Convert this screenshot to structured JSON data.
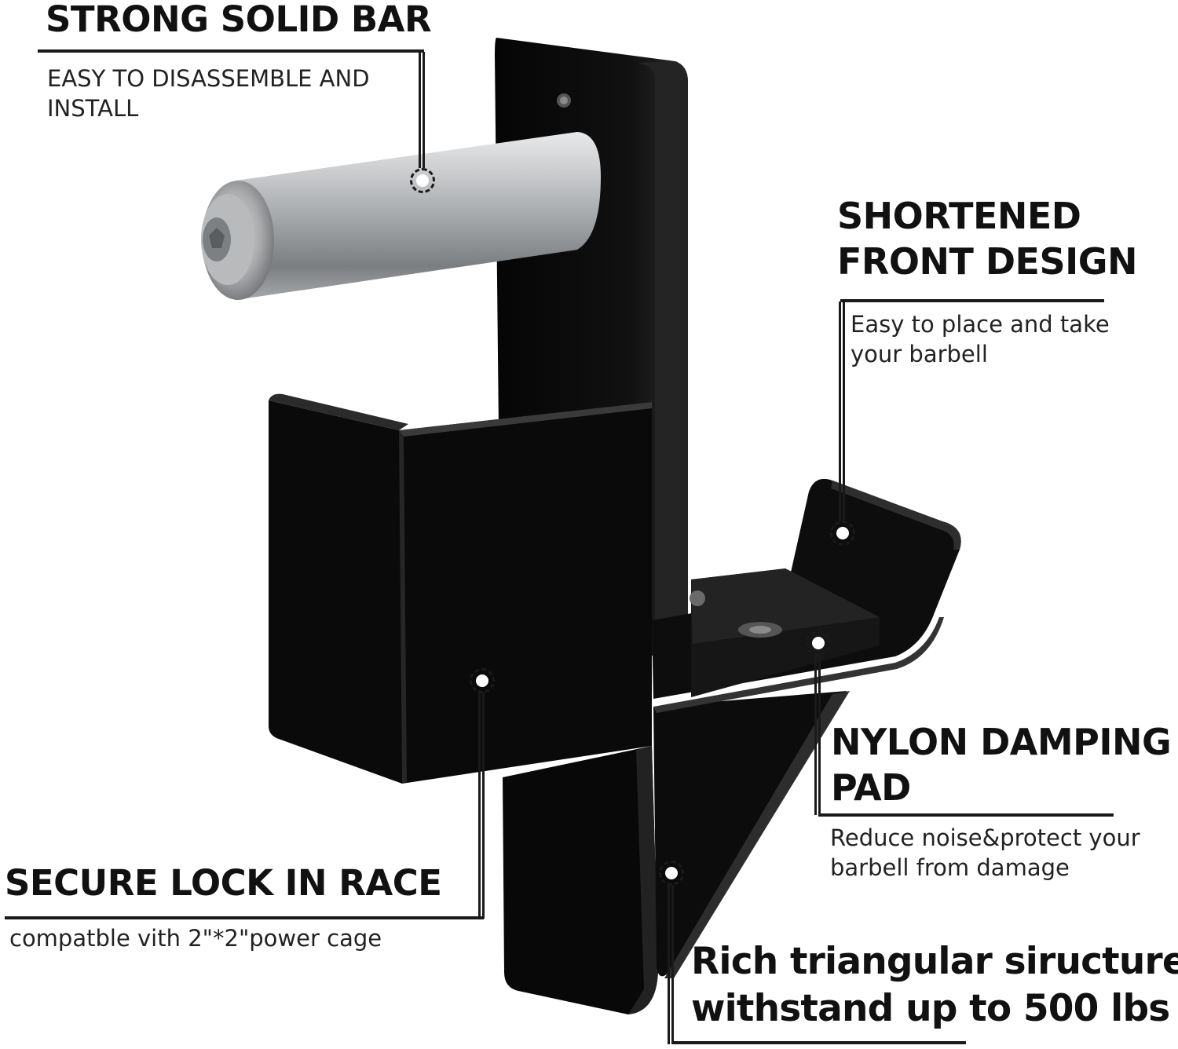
{
  "colors": {
    "steel_dark": "#0d0d0d",
    "steel_mid": "#1e1e1e",
    "chrome": "#b9bcbf",
    "line": "#1a1a1a",
    "background": "#ffffff"
  },
  "callouts": {
    "solid_bar": {
      "title": "STRONG SOLID BAR",
      "desc": "EASY TO DISASSEMBLE AND INSTALL"
    },
    "front_design": {
      "title_line1": "SHORTENED",
      "title_line2": "FRONT DESIGN",
      "desc": "Easy to place and take your barbell"
    },
    "damping_pad": {
      "title_line1": "NYLON DAMPING",
      "title_line2": "PAD",
      "desc": "Reduce noise&protect your barbell from damage"
    },
    "lock": {
      "title": "SECURE LOCK IN RACE",
      "desc": "compatble vith 2\"*2\"power cage"
    },
    "triangle": {
      "title_line1": "Rich triangular siructure",
      "title_line2": "withstand up to 500 lbs"
    }
  }
}
